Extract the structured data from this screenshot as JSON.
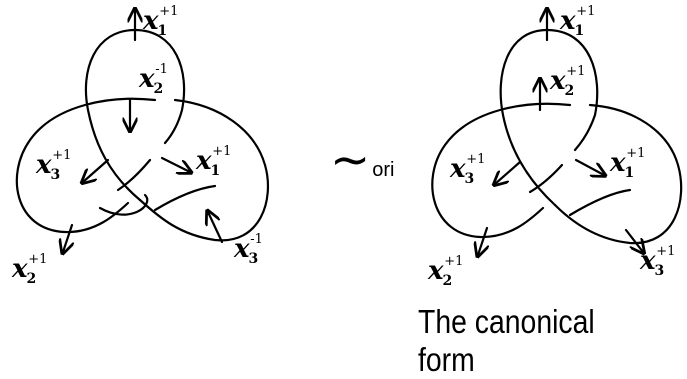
{
  "relation": {
    "symbol": "∼",
    "subscript": "ori"
  },
  "caption": "The canonical form",
  "left_knot": {
    "labels": [
      {
        "var": "x",
        "index": "1",
        "exp": "+1"
      },
      {
        "var": "x",
        "index": "2",
        "exp": "-1"
      },
      {
        "var": "x",
        "index": "3",
        "exp": "+1"
      },
      {
        "var": "x",
        "index": "1",
        "exp": "+1"
      },
      {
        "var": "x",
        "index": "2",
        "exp": "+1"
      },
      {
        "var": "x",
        "index": "3",
        "exp": "-1"
      }
    ]
  },
  "right_knot": {
    "labels": [
      {
        "var": "x",
        "index": "1",
        "exp": "+1"
      },
      {
        "var": "x",
        "index": "2",
        "exp": "+1"
      },
      {
        "var": "x",
        "index": "3",
        "exp": "+1"
      },
      {
        "var": "x",
        "index": "1",
        "exp": "+1"
      },
      {
        "var": "x",
        "index": "2",
        "exp": "+1"
      },
      {
        "var": "x",
        "index": "3",
        "exp": "+1"
      }
    ]
  },
  "colors": {
    "ink": "#000000",
    "background": "#ffffff"
  }
}
